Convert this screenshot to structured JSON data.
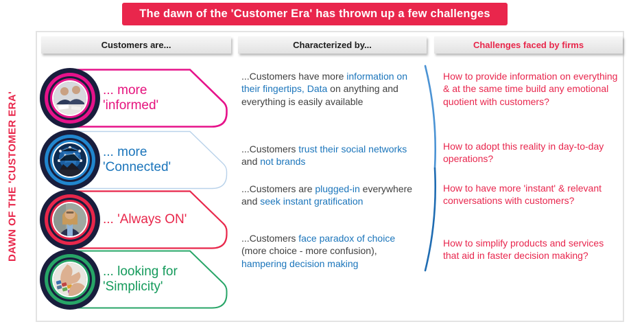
{
  "title": "The dawn of the 'Customer Era' has thrown up a few challenges",
  "side_label": "DAWN OF THE 'CUSTOMER ERA'",
  "colors": {
    "banner_red": "#e9264c",
    "challenge_red": "#e8264d",
    "magenta": "#e5127d",
    "blue": "#1b75bb",
    "green": "#149a5b",
    "navy_ring": "#181d3c",
    "dark_text": "#404040"
  },
  "columns": {
    "customers": {
      "header": "Customers are...",
      "items": [
        {
          "label": "... more 'informed'",
          "icon": "business-meeting-photo",
          "accent": "#e6128a"
        },
        {
          "label": "... more 'Connected'",
          "icon": "global-network-photo",
          "accent": "#2186ce"
        },
        {
          "label": "... 'Always ON'",
          "icon": "businesswoman-photo",
          "accent": "#e8274b"
        },
        {
          "label": "... looking for 'Simplicity'",
          "icon": "hands-keyboard-photo",
          "accent": "#27a567"
        }
      ]
    },
    "characterized": {
      "header": "Characterized by...",
      "items": [
        {
          "runs": [
            {
              "t": "...Customers have more ",
              "s": "dark"
            },
            {
              "t": "information on their fingertips, Data",
              "s": "blue"
            },
            {
              "t": " on anything and everything is easily available",
              "s": "dark"
            }
          ]
        },
        {
          "runs": [
            {
              "t": "...Customers ",
              "s": "dark"
            },
            {
              "t": "trust their social networks",
              "s": "blue"
            },
            {
              "t": " and ",
              "s": "dark"
            },
            {
              "t": "not brands",
              "s": "blue"
            }
          ]
        },
        {
          "runs": [
            {
              "t": "...Customers are ",
              "s": "dark"
            },
            {
              "t": "plugged-in",
              "s": "blue"
            },
            {
              "t": " everywhere and ",
              "s": "dark"
            },
            {
              "t": "seek instant gratification",
              "s": "blue"
            }
          ]
        },
        {
          "runs": [
            {
              "t": "...Customers ",
              "s": "dark"
            },
            {
              "t": "face paradox of choice",
              "s": "blue"
            },
            {
              "t": " (more choice - more confusion), ",
              "s": "dark"
            },
            {
              "t": "hampering decision making",
              "s": "blue"
            }
          ]
        }
      ]
    },
    "challenges": {
      "header": "Challenges faced by firms",
      "items": [
        "How to provide information on everything & at the same time build any emotional quotient with customers?",
        "How to adopt this reality in day-to-day operations?",
        "How to have more 'instant' & relevant conversations with customers?",
        "How to simplify products and services that aid in faster decision making?"
      ]
    }
  }
}
